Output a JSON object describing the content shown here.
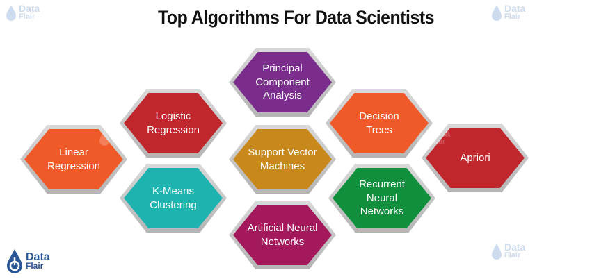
{
  "title": "Top Algorithms For Data Scientists",
  "watermark": {
    "line1": "Data",
    "line2": "Flair",
    "logo": "dataflair-drop-logo-icon"
  },
  "colors": {
    "purple": "#7b2d8e",
    "red": "#c0272d",
    "orange": "#f05a28",
    "gold": "#c8881c",
    "teal": "#1fb3b0",
    "green": "#10903c",
    "magenta": "#a3195b"
  },
  "algorithms": [
    {
      "label": "Principal\nComponent\nAnalysis",
      "color": "#7b2d8e"
    },
    {
      "label": "Logistic\nRegression",
      "color": "#c0272d"
    },
    {
      "label": "Decision\nTrees",
      "color": "#f05a28"
    },
    {
      "label": "Linear\nRegression",
      "color": "#f05a28"
    },
    {
      "label": "Support Vector\nMachines",
      "color": "#c8881c"
    },
    {
      "label": "Apriori",
      "color": "#c0272d"
    },
    {
      "label": "K-Means\nClustering",
      "color": "#1fb3b0"
    },
    {
      "label": "Recurrent Neural\nNetworks",
      "color": "#10903c"
    },
    {
      "label": "Artificial Neural\nNetworks",
      "color": "#a3195b"
    }
  ]
}
